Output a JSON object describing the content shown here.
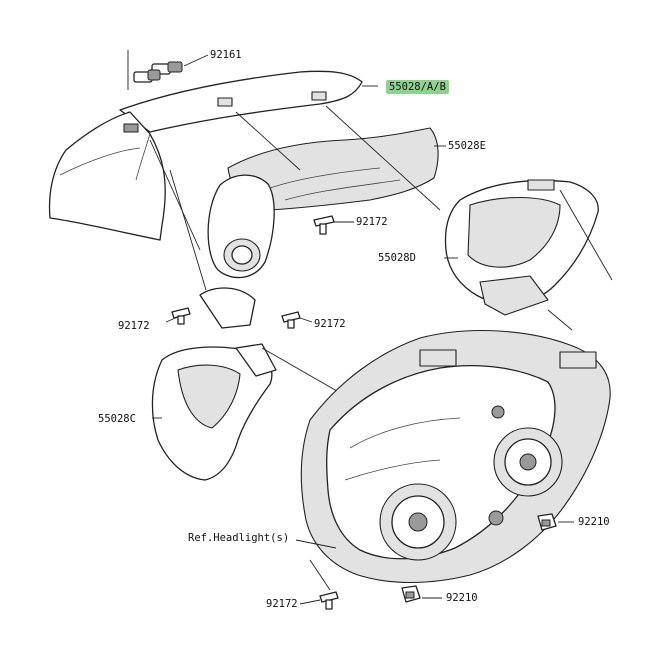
{
  "labels": {
    "p92161": "92161",
    "p55028ab": "55028/A/B",
    "p55028e": "55028E",
    "p92172a": "92172",
    "p55028d": "55028D",
    "p92172b": "92172",
    "p92172c": "92172",
    "p55028c": "55028C",
    "p92210a": "92210",
    "refHeadlight": "Ref.Headlight(s)",
    "p92172d": "92172",
    "p92210b": "92210"
  },
  "colors": {
    "highlight": "#8fd18f",
    "line": "#222222"
  }
}
